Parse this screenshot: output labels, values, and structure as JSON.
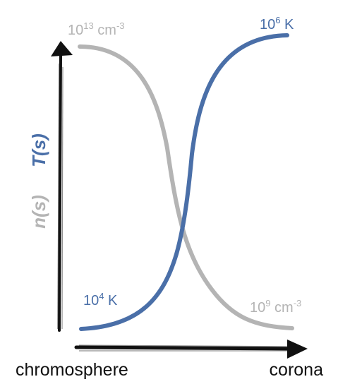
{
  "labels": {
    "y_n": "n(s)",
    "y_T": "T(s)",
    "x_left": "chromosphere",
    "x_right": "corona",
    "top_density_base": "10",
    "top_density_exp": "13",
    "top_density_unit": " cm",
    "top_density_unit_exp": "-3",
    "top_temp_base": "10",
    "top_temp_exp": "6",
    "top_temp_unit": " K",
    "bottom_temp_base": "10",
    "bottom_temp_exp": "4",
    "bottom_temp_unit": " K",
    "bottom_density_base": "10",
    "bottom_density_exp": "9",
    "bottom_density_unit": " cm",
    "bottom_density_unit_exp": "-3"
  },
  "colors": {
    "temperature": "#4a6fa8",
    "density": "#b4b4b4",
    "axes": "#111111"
  }
}
